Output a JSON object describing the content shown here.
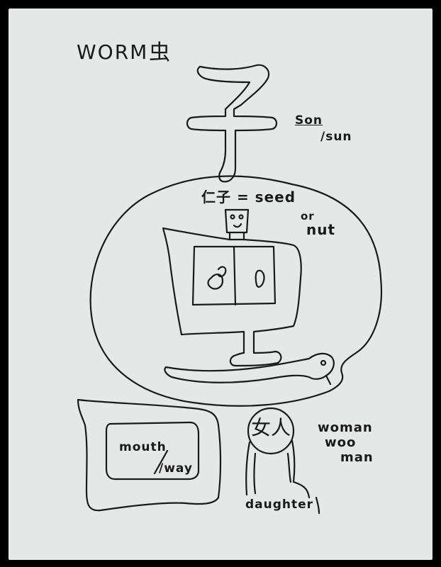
{
  "title": "WORM",
  "title_char": "虫",
  "annotations": {
    "son": "Son",
    "sun": "/sun",
    "seed": "仁子 = seed",
    "or": "or",
    "nut": "nut",
    "mouth": "mouth",
    "way": "/way",
    "woman_char": "女人",
    "woman": "woman",
    "woo": "woo",
    "man": "man",
    "daughter": "daughter"
  },
  "colors": {
    "paper": "#e6e8e7",
    "ink": "#1a1a1a",
    "background": "#000000"
  }
}
